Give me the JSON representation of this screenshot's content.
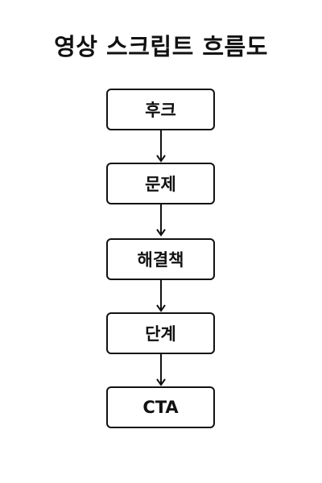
{
  "diagram": {
    "title": "영상 스크립트 흐름도",
    "steps": [
      {
        "label": "후크"
      },
      {
        "label": "문제"
      },
      {
        "label": "해결책"
      },
      {
        "label": "단계"
      },
      {
        "label": "CTA"
      }
    ]
  }
}
